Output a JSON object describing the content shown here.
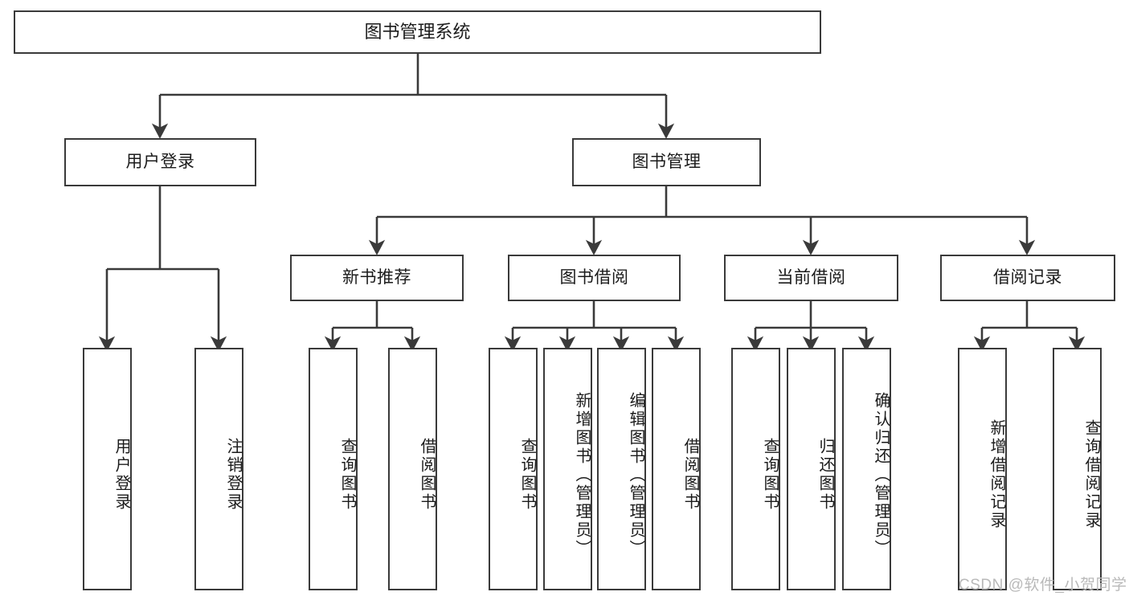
{
  "diagram": {
    "title": "图书管理系统",
    "type": "hierarchy-tree",
    "watermark": "CSDN @软件_小贺同学",
    "colors": {
      "stroke": "#3a3a3a",
      "fill": "#ffffff",
      "text": "#1b1b1b",
      "watermark": "#b9b9b9"
    },
    "root": {
      "label": "图书管理系统"
    },
    "level2": [
      {
        "label": "用户登录"
      },
      {
        "label": "图书管理"
      }
    ],
    "level3": [
      {
        "label": "新书推荐"
      },
      {
        "label": "图书借阅"
      },
      {
        "label": "当前借阅"
      },
      {
        "label": "借阅记录"
      }
    ],
    "leaves": {
      "user_login": [
        {
          "label": "用户登录"
        },
        {
          "label": "注销登录"
        }
      ],
      "new_book_recommend": [
        {
          "label": "查询图书"
        },
        {
          "label": "借阅图书"
        }
      ],
      "book_borrow": [
        {
          "label": "查询图书"
        },
        {
          "label": "新增图书（管理员）"
        },
        {
          "label": "编辑图书（管理员）"
        },
        {
          "label": "借阅图书"
        }
      ],
      "current_borrow": [
        {
          "label": "查询图书"
        },
        {
          "label": "归还图书"
        },
        {
          "label": "确认归还（管理员）"
        }
      ],
      "borrow_record": [
        {
          "label": "新增借阅记录"
        },
        {
          "label": "查询借阅记录"
        }
      ]
    }
  }
}
